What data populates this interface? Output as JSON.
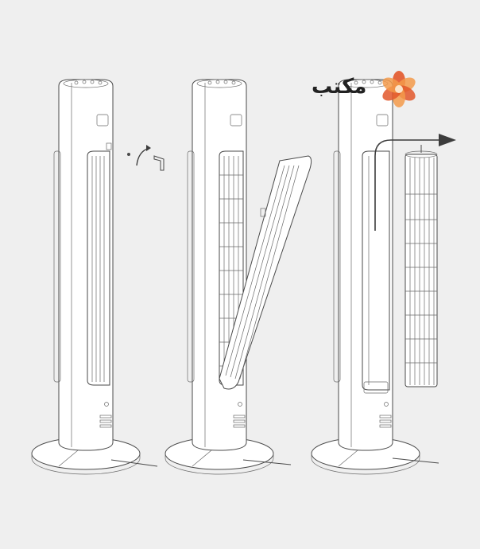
{
  "watermark": {
    "text": "مكتب",
    "colors": {
      "petal_dark": "#e2572a",
      "petal_light": "#f39a4a"
    }
  },
  "steps": [
    {
      "name": "remove-screw"
    },
    {
      "name": "remove-rear-grille"
    },
    {
      "name": "pull-out-fan-wheel"
    }
  ],
  "colors": {
    "background": "#efefef",
    "line": "#4a4a4a",
    "arrow": "#3c3c3c"
  }
}
